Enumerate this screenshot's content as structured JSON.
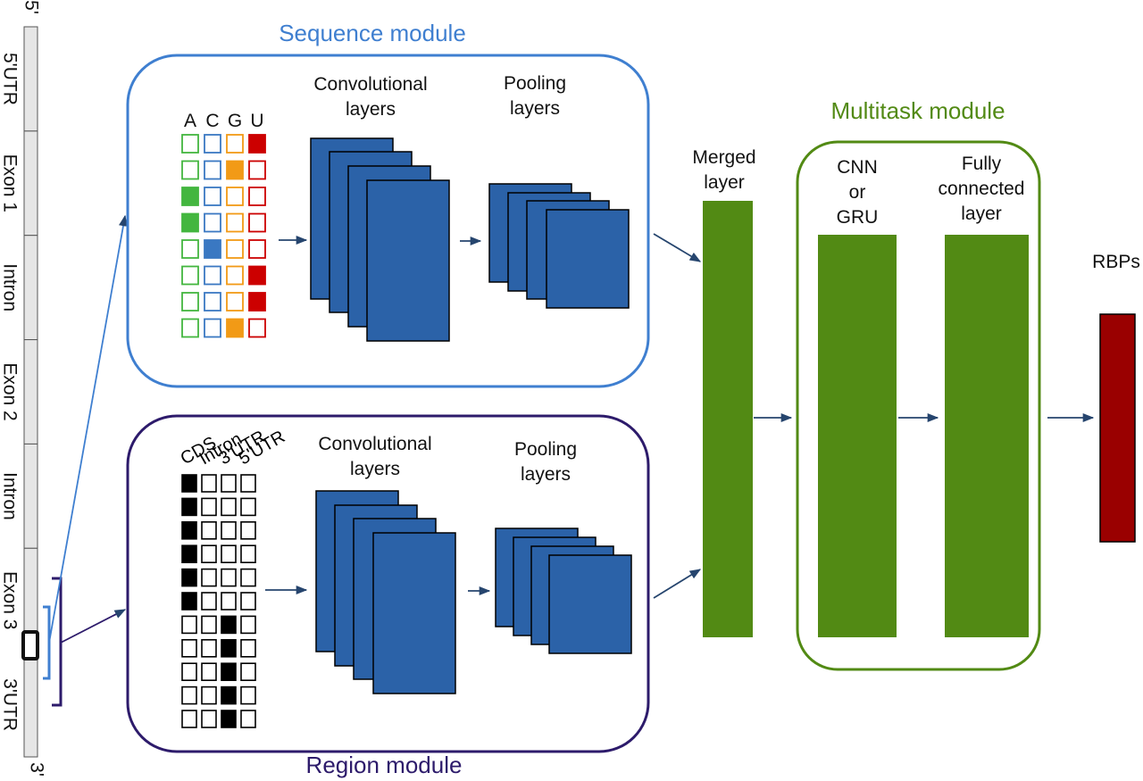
{
  "colors": {
    "sequence": "#3f7fd0",
    "region": "#2d1b6b",
    "multitask": "#528a14",
    "block": "#2b62a8",
    "output": "#9a0000",
    "arrow": "#26456e",
    "A": "#43b63f",
    "C": "#3a78c2",
    "G": "#f29a16",
    "U": "#cc0000"
  },
  "gene": {
    "top_mark": "5'",
    "bottom_mark": "3'",
    "segments": [
      "5'UTR",
      "Exon 1",
      "Intron",
      "Exon 2",
      "Intron",
      "Exon 3",
      "3'UTR"
    ]
  },
  "sequence_module": {
    "title": "Sequence module",
    "bases": [
      "A",
      "C",
      "G",
      "U"
    ],
    "onehot": [
      3,
      2,
      0,
      0,
      1,
      3,
      3,
      2
    ],
    "conv_label": [
      "Convolutional",
      "layers"
    ],
    "pool_label": [
      "Pooling",
      "layers"
    ]
  },
  "region_module": {
    "title": "Region module",
    "regions": [
      "CDS",
      "Intron",
      "3'UTR",
      "5'UTR"
    ],
    "onehot": [
      0,
      0,
      0,
      0,
      0,
      0,
      2,
      2,
      2,
      2,
      2
    ],
    "conv_label": [
      "Convolutional",
      "layers"
    ],
    "pool_label": [
      "Pooling",
      "layers"
    ]
  },
  "merged_label": [
    "Merged",
    "layer"
  ],
  "multitask_module": {
    "title": "Multitask module",
    "cnn_label": [
      "CNN",
      "or",
      "GRU"
    ],
    "fc_label": [
      "Fully",
      "connected",
      "layer"
    ]
  },
  "output_label": "RBPs"
}
